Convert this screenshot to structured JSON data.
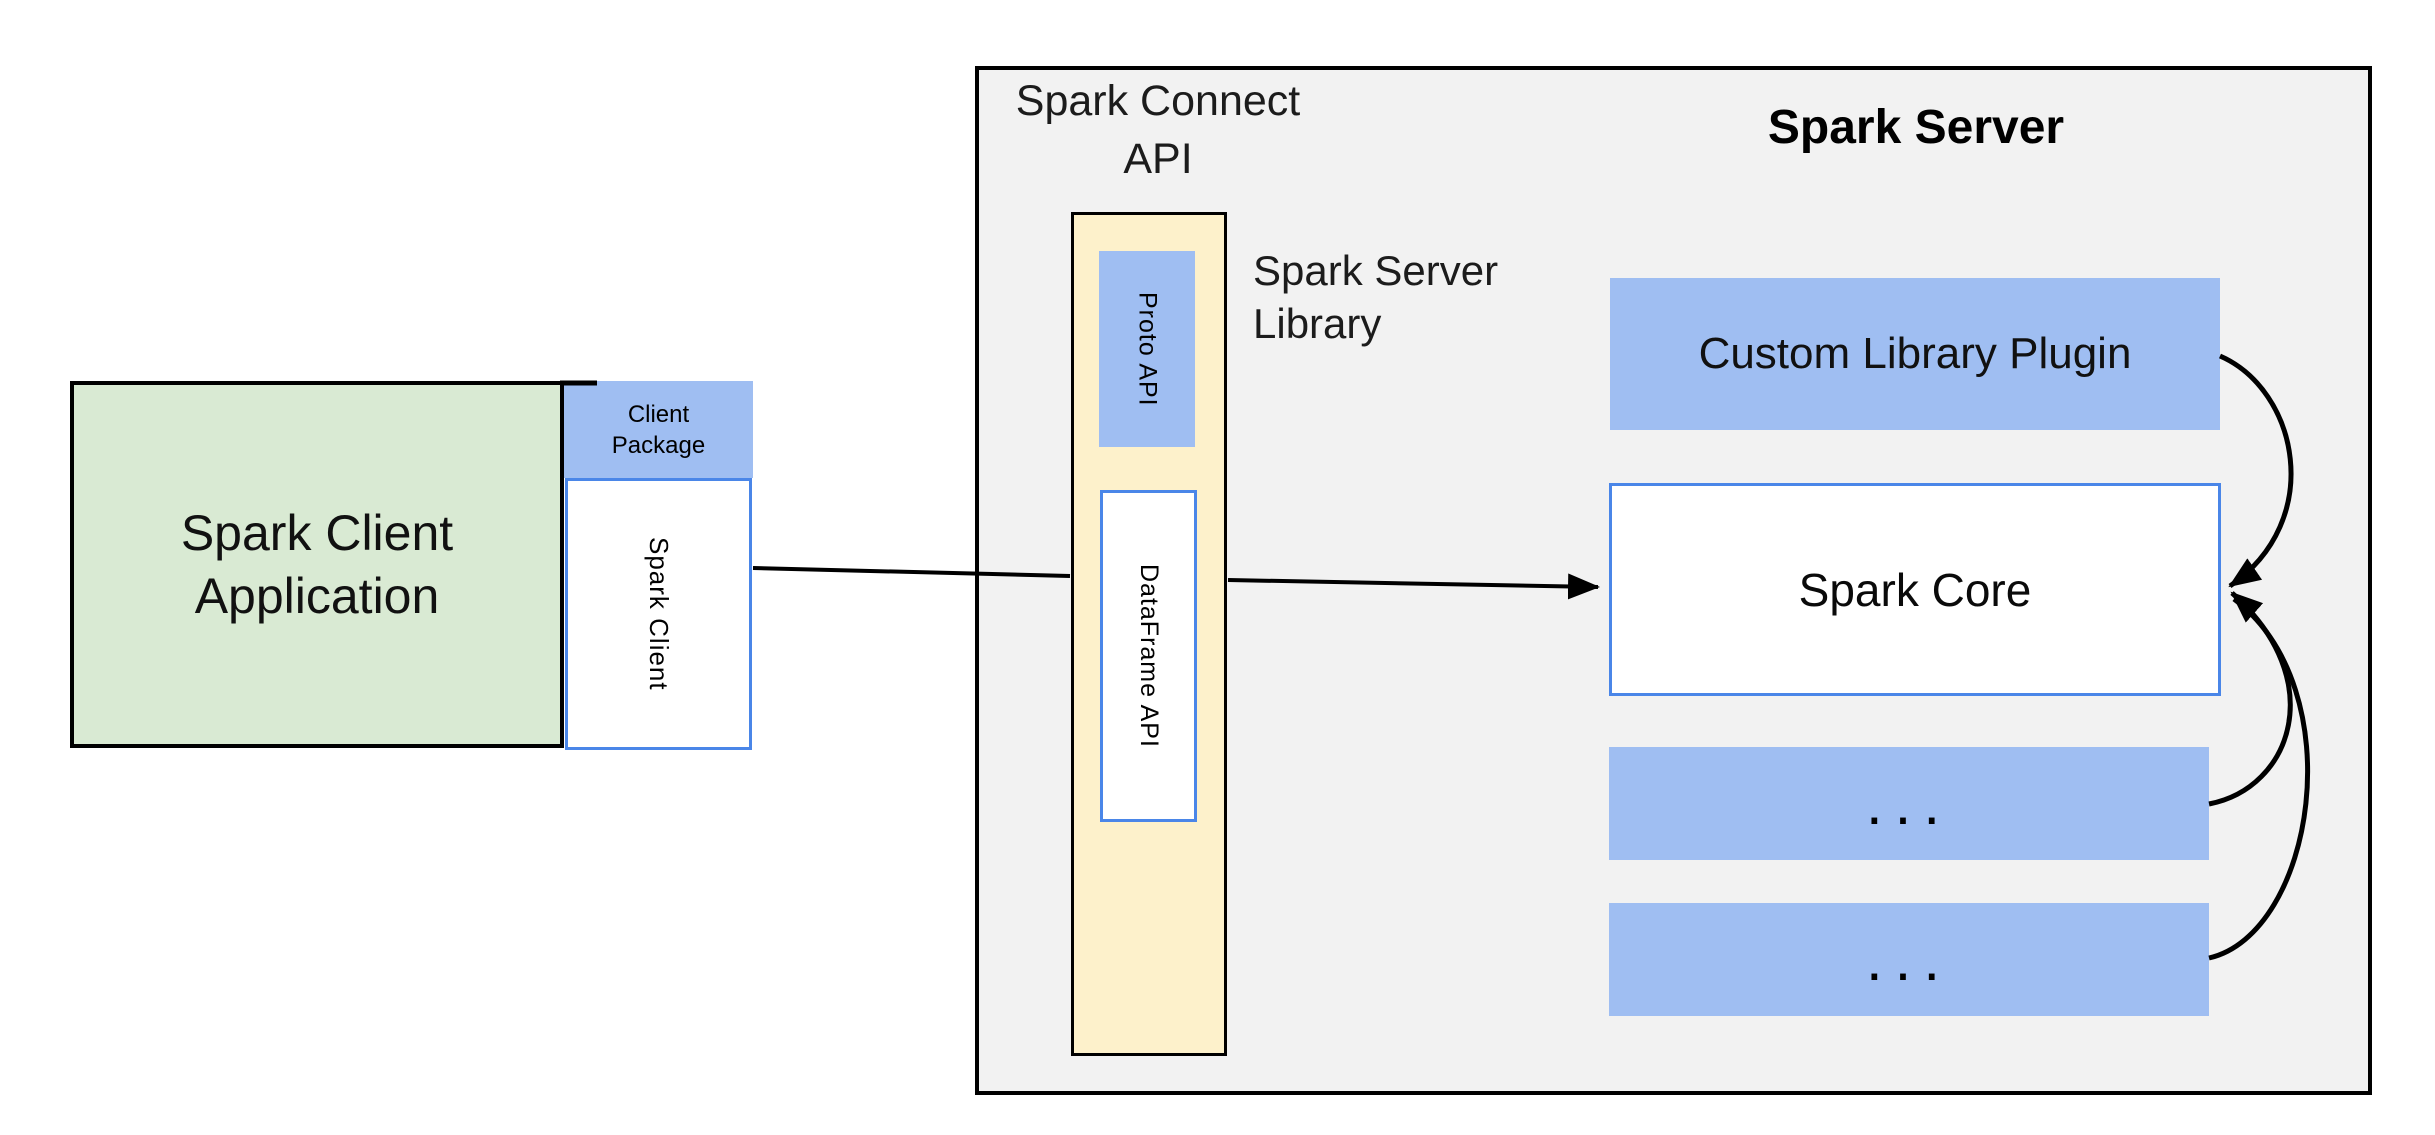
{
  "diagram": {
    "title_left": {
      "line1": "Spark Client",
      "line2": "Application"
    },
    "client_package": {
      "line1": "Client",
      "line2": "Package"
    },
    "spark_client": {
      "label": "Spark Client"
    },
    "spark_connect_api": {
      "line1": "Spark Connect",
      "line2": "API"
    },
    "proto_api": {
      "label": "Proto API"
    },
    "dataframe_api": {
      "label": "DataFrame API"
    },
    "spark_server_library": {
      "line1": "Spark Server",
      "line2": "Library"
    },
    "spark_server": {
      "title": "Spark Server"
    },
    "custom_library_plugin": {
      "label": "Custom Library Plugin"
    },
    "spark_core": {
      "label": "Spark Core"
    },
    "plugin_slot_1": {
      "label": "..."
    },
    "plugin_slot_2": {
      "label": "..."
    }
  },
  "colors": {
    "green_fill": "#d9ead3",
    "blue_fill": "#9fbef2",
    "yellow_fill": "#fdf1cb",
    "gray_fill": "#f2f2f2",
    "blue_border": "#4a86e8",
    "line_black": "#000000",
    "background": "#ffffff"
  }
}
